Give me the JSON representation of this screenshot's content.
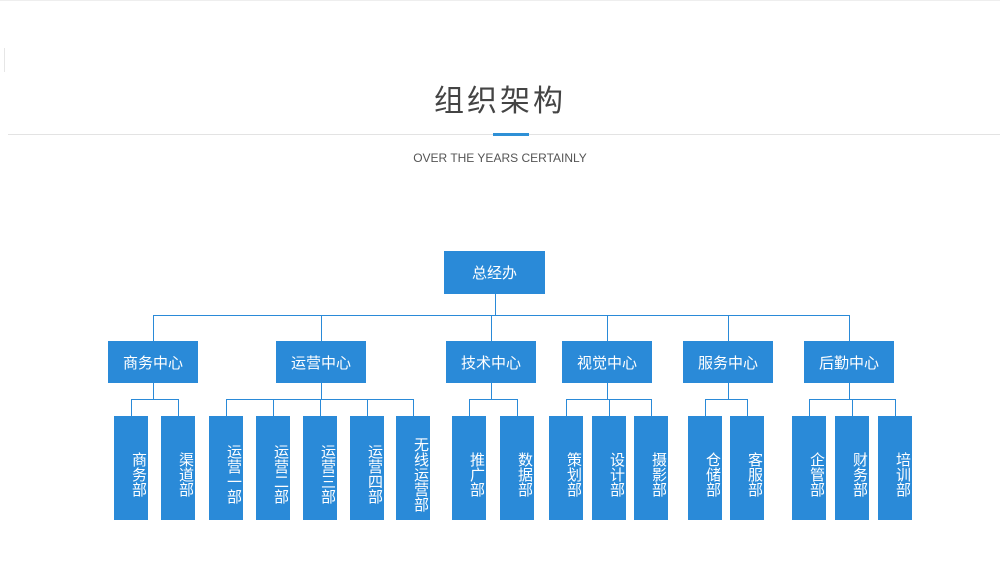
{
  "page": {
    "title": "组织架构",
    "subtitle": "OVER THE YEARS CERTAINLY",
    "accent_color": "#2e90d6",
    "box_color": "#2a8ad8"
  },
  "org": {
    "root": "总经办",
    "centers": [
      {
        "name": "商务中心",
        "departments": [
          "商务部",
          "渠道部"
        ]
      },
      {
        "name": "运营中心",
        "departments": [
          "运营一部",
          "运营二部",
          "运营三部",
          "运营四部",
          "无线运营部"
        ]
      },
      {
        "name": "技术中心",
        "departments": [
          "推广部",
          "数据部"
        ]
      },
      {
        "name": "视觉中心",
        "departments": [
          "策划部",
          "设计部",
          "摄影部"
        ]
      },
      {
        "name": "服务中心",
        "departments": [
          "仓储部",
          "客服部"
        ]
      },
      {
        "name": "后勤中心",
        "departments": [
          "企管部",
          "财务部",
          "培训部"
        ]
      }
    ]
  }
}
